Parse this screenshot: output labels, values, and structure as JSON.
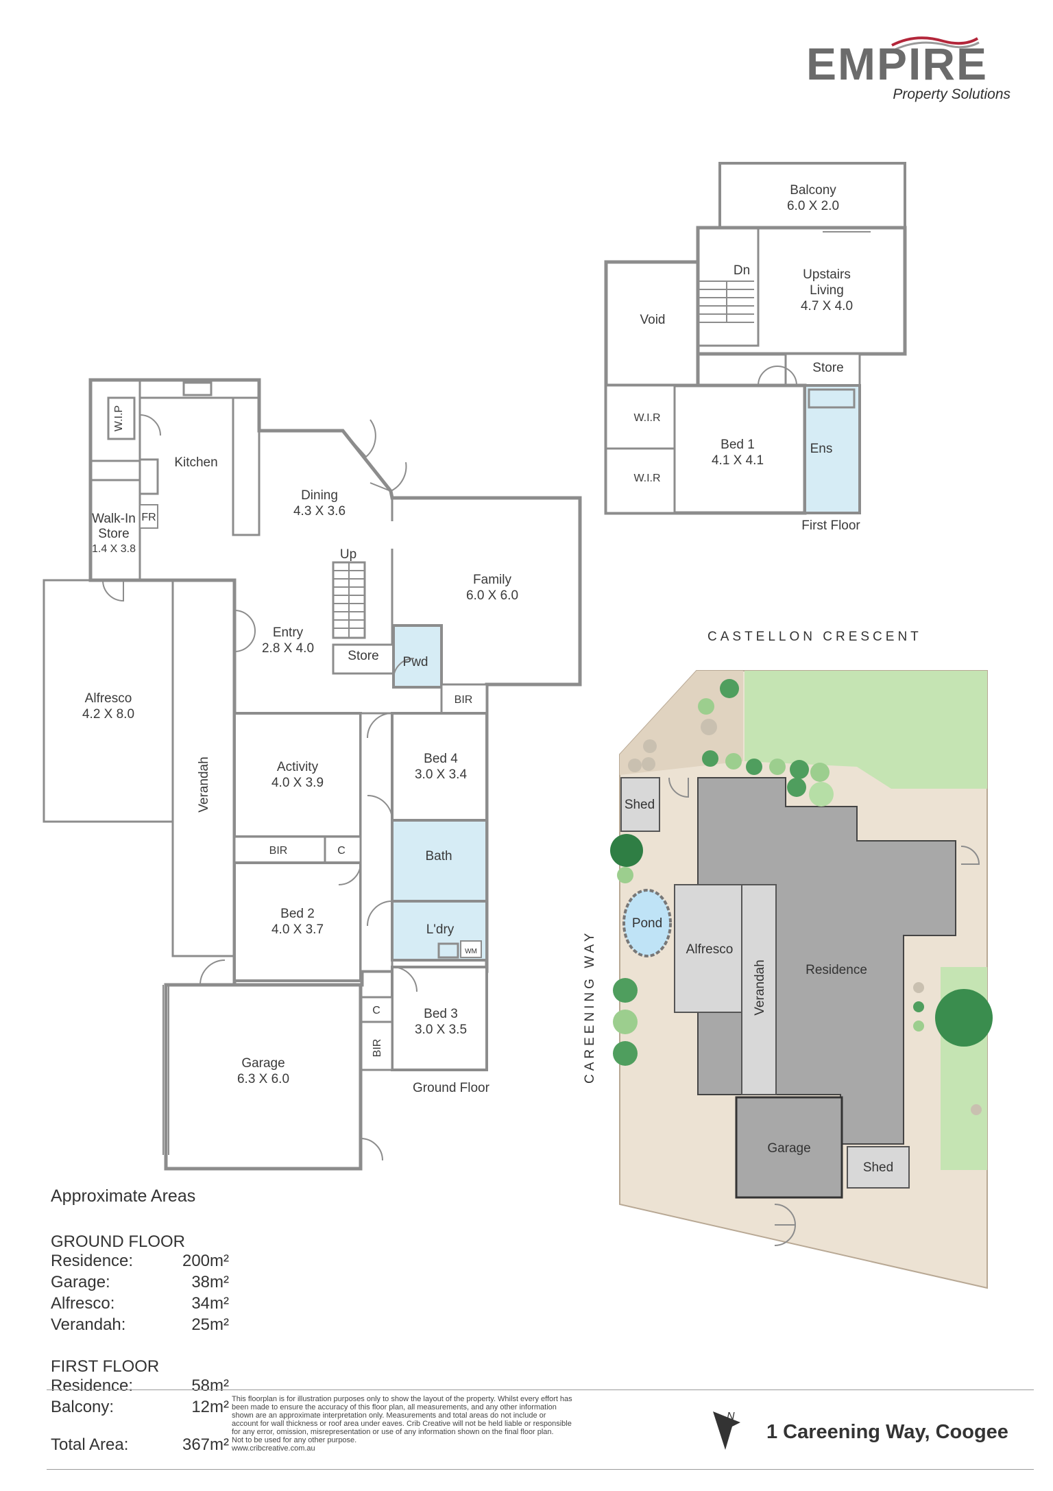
{
  "logo": {
    "brand": "EMPIRE",
    "tagline": "Property Solutions",
    "swoosh_color": "#b3263a"
  },
  "colors": {
    "residence": "#a8a8a8",
    "structure": "#d8d8d8",
    "lot": "#ece2d3",
    "lawn": "#c5e4b3",
    "pond": "#bfe3f6",
    "wet_area": "#d6ecf5"
  },
  "ground_floor": {
    "caption": "Ground Floor",
    "rooms": {
      "wip": "W.I.P",
      "kitchen": "Kitchen",
      "fr": "FR",
      "walkin_name": "Walk-In",
      "walkin_name2": "Store",
      "walkin_dim": "1.4 X 3.8",
      "dining_name": "Dining",
      "dining_dim": "4.3 X 3.6",
      "up": "Up",
      "family_name": "Family",
      "family_dim": "6.0 X 6.0",
      "entry_name": "Entry",
      "entry_dim": "2.8 X 4.0",
      "store": "Store",
      "pwd": "Pwd",
      "bir_top": "BIR",
      "alfresco_name": "Alfresco",
      "alfresco_dim": "4.2 X 8.0",
      "verandah": "Verandah",
      "activity_name": "Activity",
      "activity_dim": "4.0 X 3.9",
      "bed4_name": "Bed 4",
      "bed4_dim": "3.0 X 3.4",
      "bir_mid": "BIR",
      "c_mid": "C",
      "bath": "Bath",
      "bed2_name": "Bed 2",
      "bed2_dim": "4.0 X 3.7",
      "ldry": "L'dry",
      "wm": "WM",
      "garage_name": "Garage",
      "garage_dim": "6.3 X 6.0",
      "c_low": "C",
      "bir_low": "BIR",
      "bed3_name": "Bed 3",
      "bed3_dim": "3.0 X 3.5"
    }
  },
  "first_floor": {
    "caption": "First Floor",
    "rooms": {
      "balcony_name": "Balcony",
      "balcony_dim": "6.0 X 2.0",
      "dn": "Dn",
      "living_name": "Upstairs",
      "living_name2": "Living",
      "living_dim": "4.7 X 4.0",
      "void": "Void",
      "store": "Store",
      "wir1": "W.I.R",
      "wir2": "W.I.R",
      "bed1_name": "Bed 1",
      "bed1_dim": "4.1 X 4.1",
      "ens": "Ens"
    }
  },
  "site_plan": {
    "street_top": "CASTELLON CRESCENT",
    "street_left": "CAREENING WAY",
    "labels": {
      "shed_top": "Shed",
      "pond": "Pond",
      "alfresco": "Alfresco",
      "verandah": "Verandah",
      "residence": "Residence",
      "garage": "Garage",
      "shed_bottom": "Shed"
    }
  },
  "areas": {
    "heading": "Approximate Areas",
    "ground_title": "GROUND FLOOR",
    "ground": [
      {
        "label": "Residence:",
        "value": "200m²"
      },
      {
        "label": "Garage:",
        "value": "38m²"
      },
      {
        "label": "Alfresco:",
        "value": "34m²"
      },
      {
        "label": "Verandah:",
        "value": "25m²"
      }
    ],
    "first_title": "FIRST FLOOR",
    "first": [
      {
        "label": "Residence:",
        "value": "58m²"
      },
      {
        "label": "Balcony:",
        "value": "12m²"
      }
    ],
    "total_label": "Total Area:",
    "total_value": "367m²"
  },
  "disclaimer": [
    "This floorplan is for illustration purposes only to show the layout of the property. Whilst every effort has",
    "been made to ensure the accuracy of this floor plan, all measurements, and any other information",
    "shown are an approximate interpretation only. Measurements and total areas do not include or",
    "account for wall thickness or roof area under eaves. Crib Creative will not be held liable or responsible",
    "for any error, omission, misrepresentation or use of any information shown on the final floor plan.",
    "Not to be used for any other purpose.",
    "www.cribcreative.com.au"
  ],
  "north_label": "N",
  "address": "1 Careening Way, Coogee"
}
